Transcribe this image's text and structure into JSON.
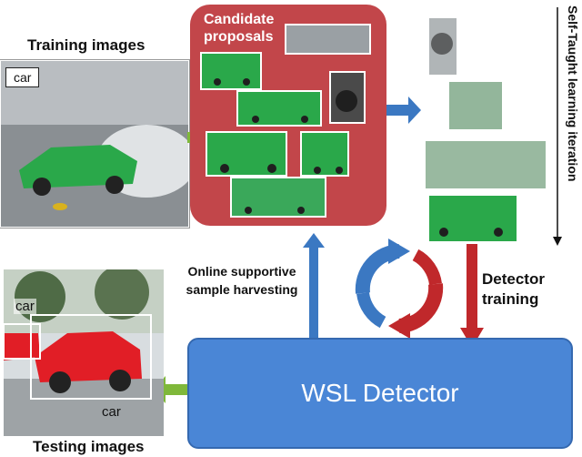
{
  "colors": {
    "panel": "#c2464a",
    "detector": "#4a86d6",
    "arrow_green": "#7fb83a",
    "arrow_blue": "#3b78c2",
    "arrow_red": "#c0282b"
  },
  "training": {
    "title": "Training images",
    "box_label": "car"
  },
  "proposals": {
    "title": "Candidate proposals"
  },
  "iteration": {
    "label": "Self-Taught learning iteration"
  },
  "online": {
    "label": "Online supportive sample harvesting"
  },
  "detector_training": {
    "label": "Detector training"
  },
  "detector": {
    "label": "WSL Detector"
  },
  "testing": {
    "title": "Testing images",
    "label_left": "car",
    "label_bottom": "car"
  },
  "icons": {
    "cycle": "refresh-cycle-icon"
  }
}
